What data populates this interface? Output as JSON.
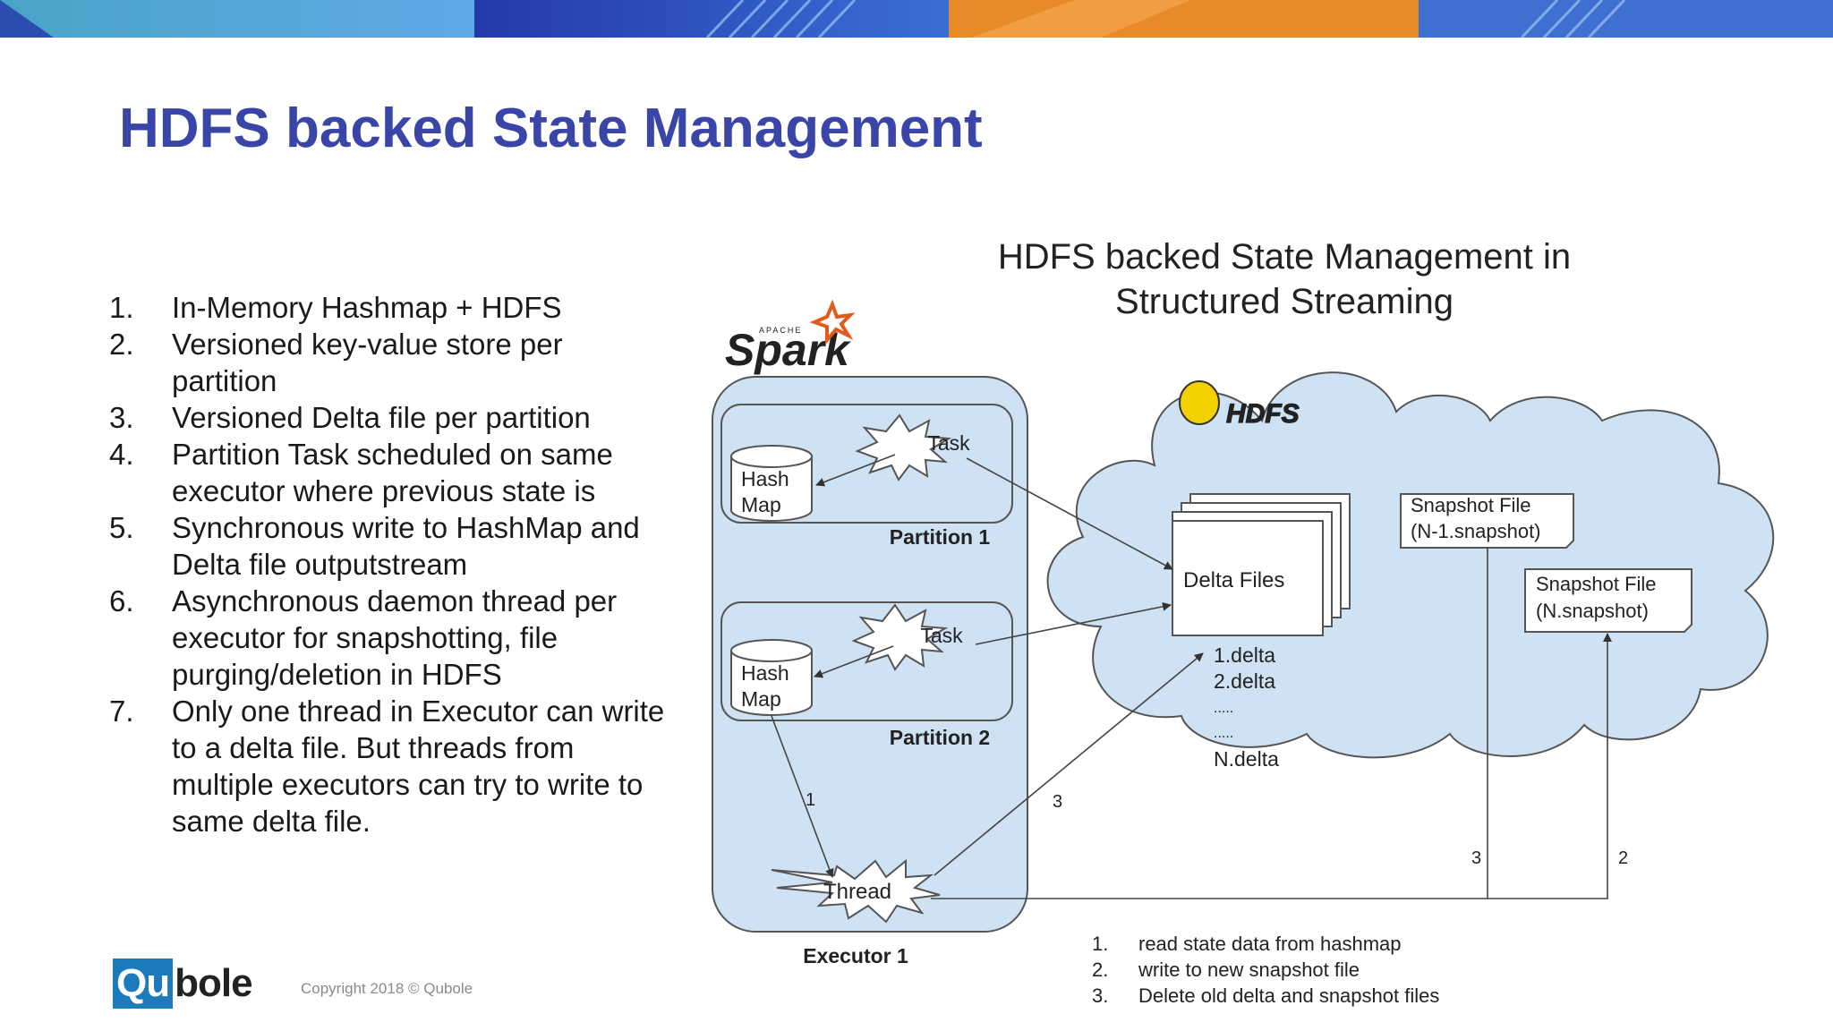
{
  "slide": {
    "title": "HDFS backed State Management",
    "bullets": [
      {
        "num": "1.",
        "lines": [
          "In-Memory Hashmap + HDFS"
        ]
      },
      {
        "num": "2.",
        "lines": [
          "Versioned key-value store per",
          "partition"
        ]
      },
      {
        "num": "3.",
        "lines": [
          "Versioned Delta file per partition"
        ]
      },
      {
        "num": "4.",
        "lines": [
          "Partition Task scheduled on same",
          "executor where previous state is"
        ]
      },
      {
        "num": "5.",
        "lines": [
          "Synchronous write to HashMap and",
          "Delta file outputstream"
        ]
      },
      {
        "num": "6.",
        "lines": [
          "Asynchronous daemon thread per",
          "executor for snapshotting, file",
          "purging/deletion in HDFS"
        ]
      },
      {
        "num": "7.",
        "lines": [
          "Only one thread in Executor can write",
          "to a delta file. But threads from",
          "multiple executors can try to write to",
          "same delta file."
        ]
      }
    ],
    "copyright": "Copyright 2018 © Qubole",
    "logo": {
      "part1": "Qu",
      "part2": "bole"
    }
  },
  "diagram": {
    "title_line1": "HDFS backed State Management in",
    "title_line2": "Structured Streaming",
    "spark_logo_small": "APACHE",
    "spark_logo": "Spark",
    "hdfs_logo": "HDFS",
    "executor_label": "Executor 1",
    "partition1_label": "Partition 1",
    "partition2_label": "Partition 2",
    "task_label": "Task",
    "hashmap_line1": "Hash",
    "hashmap_line2": "Map",
    "thread_label": "Thread",
    "delta_files_label": "Delta Files",
    "delta_list": [
      "1.delta",
      "2.delta",
      ".....",
      ".....",
      "N.delta"
    ],
    "snapshot1_line1": "Snapshot File",
    "snapshot1_line2": "(N-1.snapshot)",
    "snapshot2_line1": "Snapshot File",
    "snapshot2_line2": "(N.snapshot)",
    "arrow_labels": {
      "a1": "1",
      "a3": "3",
      "a3b": "3",
      "a2": "2"
    },
    "legend": [
      {
        "num": "1.",
        "text": "read state data from hashmap"
      },
      {
        "num": "2.",
        "text": "write to new snapshot file"
      },
      {
        "num": "3.",
        "text": "Delete old delta and snapshot files"
      }
    ]
  },
  "colors": {
    "title": "#3a45a8",
    "diagram_fill": "#cfe2f3",
    "banner_blue": "#2a3fb0",
    "banner_orange": "#e8892a"
  }
}
